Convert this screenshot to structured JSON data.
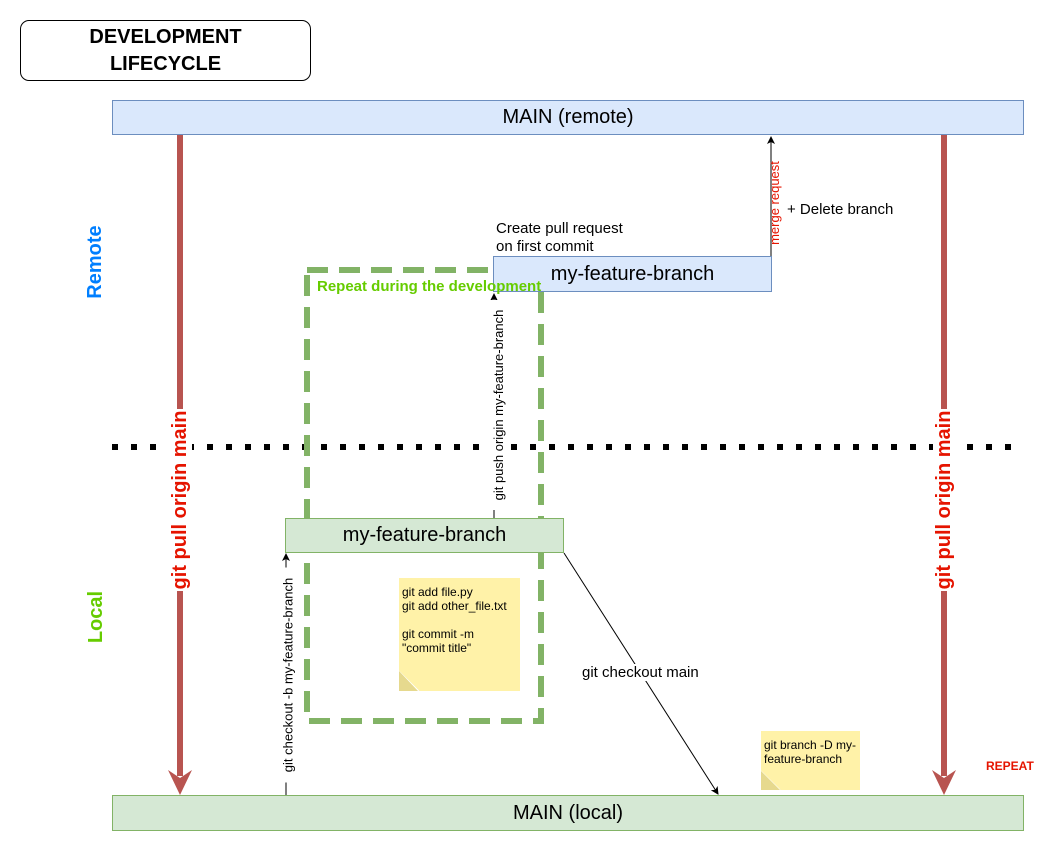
{
  "title": {
    "line1": "DEVELOPMENT",
    "line2": "LIFECYCLE"
  },
  "main_remote": "MAIN (remote)",
  "main_local": "MAIN (local)",
  "feature_remote": "my-feature-branch",
  "feature_local": "my-feature-branch",
  "zone_labels": {
    "remote": "Remote",
    "local": "Local"
  },
  "pull_left": "git pull origin main",
  "pull_right": "git pull origin main",
  "merge_request": "merge request",
  "delete_branch": "+ Delete branch",
  "create_pr": {
    "line1": "Create pull request",
    "line2": "on first commit"
  },
  "repeat_label": "Repeat during the development",
  "push_cmd": "git push origin my-feature-branch",
  "checkout_b_cmd": "git checkout -b my-feature-branch",
  "checkout_main_cmd": "git checkout main",
  "note_commit": "git add file.py\ngit add other_file.txt\n\ngit commit -m \"commit title\"",
  "note_delete": "git branch -D my-feature-branch",
  "repeat_tag": "REPEAT",
  "colors": {
    "remote_fill": "#dae8fc",
    "remote_stroke": "#6c8ebf",
    "local_fill": "#d5e8d4",
    "local_stroke": "#82b366",
    "pull_arrow": "#b85450",
    "repeat_dash": "#82b366",
    "note_fill": "#fff2a8",
    "red_text": "#e51400",
    "remote_label": "#007fff",
    "local_label": "#66cc00"
  }
}
